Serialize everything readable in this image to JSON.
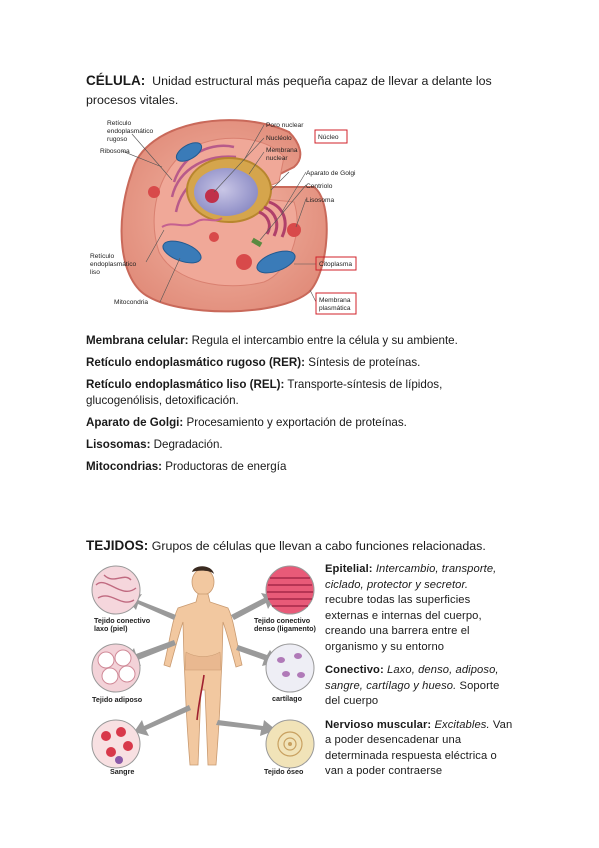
{
  "celula": {
    "heading": "CÉLULA:",
    "text1": "Unidad estructural más pequeña capaz de llevar a delante los",
    "text2": "procesos vitales.",
    "diagram_labels": {
      "reticulo_rugoso": [
        "Retículo",
        "endoplasmático",
        "rugoso"
      ],
      "ribosoma": "Ribosoma",
      "reticulo_liso": [
        "Retículo",
        "endoplasmático",
        "liso"
      ],
      "mitocondria": "Mitocondria",
      "poro_nuclear": "Poro nuclear",
      "nucleolo": "Nucléolo",
      "membrana_nuclear": [
        "Membrana",
        "nuclear"
      ],
      "nucleo": "Núcleo",
      "aparato_golgi": "Aparato de Golgi",
      "centriolo": "Centriolo",
      "lisosoma": "Lisosoma",
      "citoplasma": "Citoplasma",
      "membrana_plasmatica": [
        "Membrana",
        "plasmática"
      ]
    },
    "definitions": [
      {
        "term": "Membrana celular:",
        "desc": " Regula el intercambio entre la célula y su ambiente."
      },
      {
        "term": "Retículo endoplasmático rugoso (RER):",
        "desc": " Síntesis de proteínas."
      },
      {
        "term": "Retículo endoplasmático liso (REL):",
        "desc": " Transporte-síntesis de lípidos,",
        "desc2": "glucogenólisis, detoxificación."
      },
      {
        "term": "Aparato de Golgi:",
        "desc": " Procesamiento y exportación de proteínas."
      },
      {
        "term": "Lisosomas:",
        "desc": " Degradación."
      },
      {
        "term": "Mitocondrias:",
        "desc": " Productoras de energía"
      }
    ]
  },
  "tejidos": {
    "heading": "TEJIDOS:",
    "text": "Grupos de células que llevan a cabo funciones relacionadas.",
    "figure_labels": {
      "conectivo_laxo": [
        "Tejido conectivo",
        "laxo (piel)"
      ],
      "conectivo_denso": [
        "Tejido conectivo",
        "denso (ligamento)"
      ],
      "adiposo": "Tejido adiposo",
      "cartilago": "cartílago",
      "sangre": "Sangre",
      "oseo": "Tejido óseo"
    },
    "epitelial": {
      "term": "Epitelial:",
      "italic1": "Intercambio, transporte,",
      "italic2": "ciclado, protector y secretor.",
      "l3": "recubre todas las superficies",
      "l4": "externas e internas del cuerpo,",
      "l5": "creando una barrera entre el",
      "l6": "organismo y su entorno"
    },
    "conectivo": {
      "term": "Conectivo:",
      "italic1": "Laxo, denso, adiposo,",
      "italic2": "sangre, cartílago y hueso.",
      "rest2": " Soporte",
      "l3": "del cuerpo"
    },
    "nervioso": {
      "term": "Nervioso muscular:",
      "italic1": "Excitables.",
      "rest1": " Van",
      "l2": "a poder desencadenar una",
      "l3": "determinada respuesta eléctrica o",
      "l4": "van a poder contraerse"
    }
  }
}
